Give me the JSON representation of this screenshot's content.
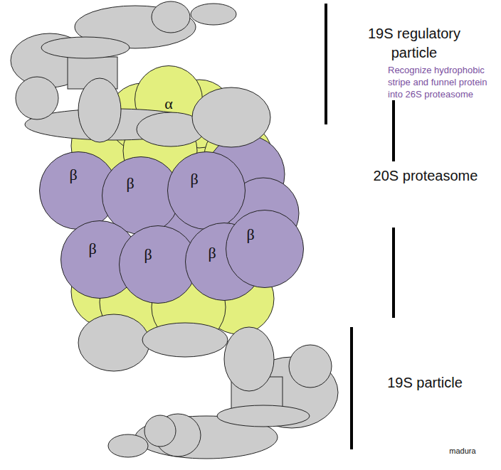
{
  "diagram": {
    "nodes": [
      {
        "text": [
          "α"
        ]
      },
      {
        "text": [
          "β"
        ]
      },
      {
        "text": [
          "β"
        ]
      },
      {
        "text": [
          "β"
        ]
      },
      {
        "text": [
          "β"
        ]
      },
      {
        "text": [
          "β"
        ]
      },
      {
        "text": [
          "β"
        ]
      },
      {
        "text": [
          "β"
        ]
      }
    ],
    "labels": [
      "19S regulatory particle",
      "Recognize hydrophobic stripe and funnel protein into 26S proteasome",
      "20S proteasome",
      "19S particle",
      "madura"
    ]
  }
}
